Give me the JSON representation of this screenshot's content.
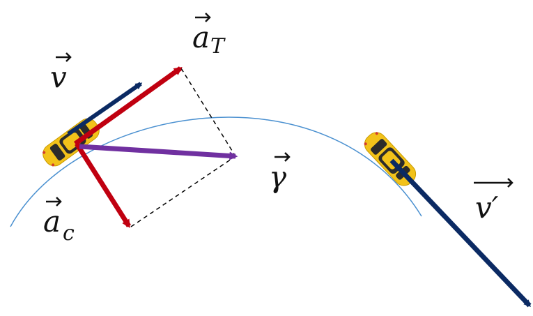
{
  "labels": {
    "a_t_base": "a",
    "a_t_sub": "T",
    "v_base": "v",
    "gamma_base": "γ",
    "a_c_base": "a",
    "a_c_sub": "c",
    "v_prime_base": "v′"
  },
  "colors": {
    "trajectory": "#4a90d0",
    "velocity": "#0b2a63",
    "acceleration_components": "#c00010",
    "total_acceleration": "#7030a0",
    "construction_lines": "#000000",
    "car_body": "#f2c21a",
    "car_window": "#2b2b2b",
    "text": "#111111"
  },
  "icons": {
    "car_1": "yellow-car-icon",
    "car_2": "yellow-car-icon"
  }
}
